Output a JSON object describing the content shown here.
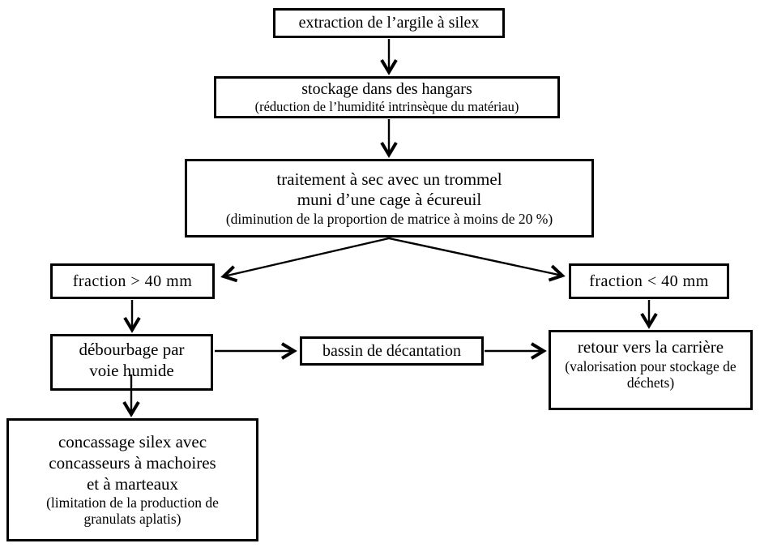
{
  "diagram": {
    "title": "flowchart: extraction and processing of clay with flint",
    "colors": {
      "background": "#ffffff",
      "box_border": "#000000",
      "line_color": "#000000",
      "text": "#000000"
    },
    "nodes": {
      "extraction": {
        "title": "extraction de l’argile à silex"
      },
      "stockage": {
        "title": "stockage dans des hangars",
        "note": "(réduction de l’humidité intrinsèque du matériau)"
      },
      "traitement": {
        "title1": "traitement à sec avec un trommel",
        "title2": "muni d’une cage à écureuil",
        "note": "(diminution de la proportion de matrice à moins de 20 %)"
      },
      "fraction_sup": {
        "title": "fraction > 40 mm"
      },
      "fraction_inf": {
        "title": "fraction < 40 mm"
      },
      "debourbage": {
        "title1": "débourbage par",
        "title2": "voie humide"
      },
      "bassin": {
        "title": "bassin de décantation"
      },
      "retour": {
        "title": "retour vers la carrière",
        "note1": "(valorisation pour stockage de",
        "note2": "déchets)"
      },
      "concassage": {
        "title1": "concassage silex avec",
        "title2": "concasseurs à machoires",
        "title3": "et à marteaux",
        "note1": "(limitation de la production de",
        "note2": "granulats aplatis)"
      }
    },
    "edges": [
      {
        "from": "extraction",
        "to": "stockage"
      },
      {
        "from": "stockage",
        "to": "traitement"
      },
      {
        "from": "traitement",
        "to": "fraction_sup"
      },
      {
        "from": "traitement",
        "to": "fraction_inf"
      },
      {
        "from": "fraction_sup",
        "to": "debourbage"
      },
      {
        "from": "fraction_inf",
        "to": "retour"
      },
      {
        "from": "debourbage",
        "to": "bassin"
      },
      {
        "from": "bassin",
        "to": "retour"
      },
      {
        "from": "debourbage",
        "to": "concassage"
      }
    ]
  }
}
